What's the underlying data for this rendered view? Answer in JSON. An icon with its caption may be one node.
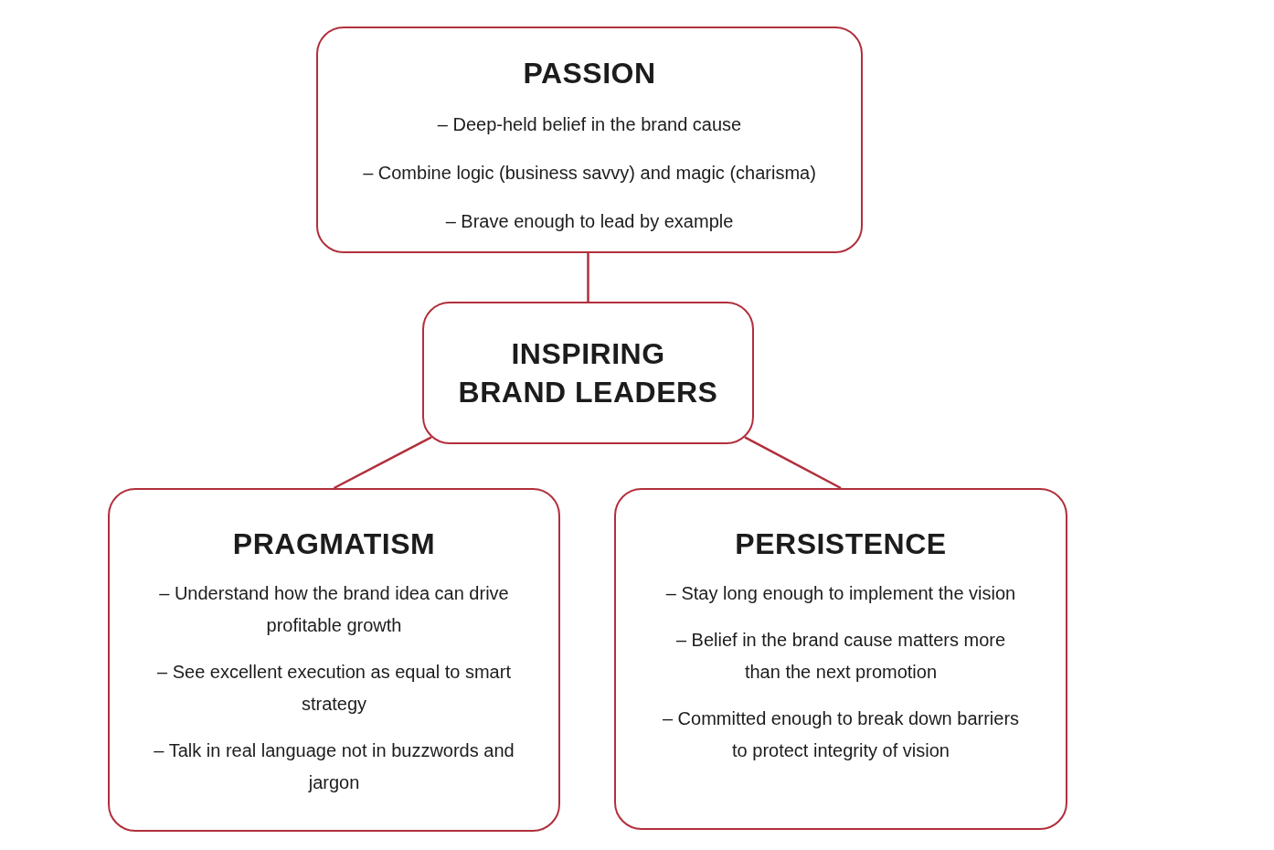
{
  "diagram": {
    "nodes": [
      {
        "text": [
          "PASSION",
          "– Deep-held belief in the brand cause",
          "– Combine logic (business savvy) and magic (charisma)",
          "– Brave enough to lead by example"
        ]
      },
      {
        "text": [
          "INSPIRING BRAND LEADERS"
        ]
      },
      {
        "text": [
          "PRAGMATISM",
          "– Understand how the brand idea can drive profitable growth",
          "– See excellent execution as equal to smart strategy",
          "– Talk in real language not in buzzwords and jargon"
        ]
      },
      {
        "text": [
          "PERSISTENCE",
          "– Stay long enough to implement the vision",
          "– Belief in the brand cause matters more than the next promotion",
          "– Committed enough to break down barriers to protect integrity of vision"
        ]
      }
    ],
    "edges": [
      {
        "from": 0,
        "to": 1,
        "arrow": "none"
      },
      {
        "from": 1,
        "to": 2,
        "arrow": "none"
      },
      {
        "from": 1,
        "to": 3,
        "arrow": "none"
      }
    ]
  }
}
